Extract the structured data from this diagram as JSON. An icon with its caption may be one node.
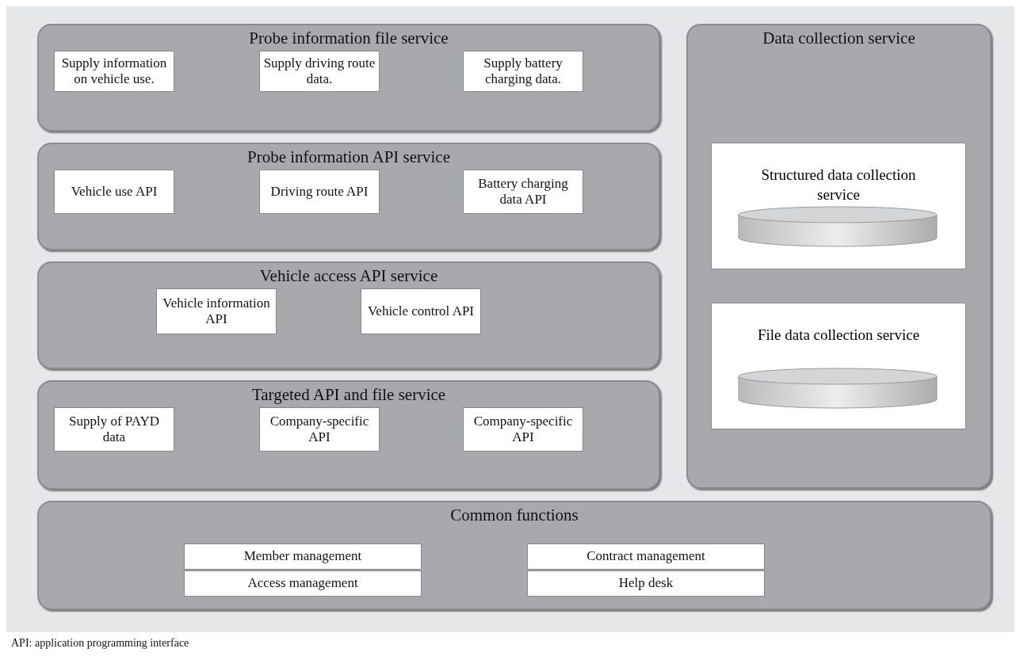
{
  "diagram": {
    "nodes": [
      {
        "text": [
          "Probe information file service"
        ]
      },
      {
        "text": [
          "Supply information on vehicle use."
        ],
        "in": 0
      },
      {
        "text": [
          "Supply driving route data."
        ],
        "in": 0
      },
      {
        "text": [
          "Supply battery charging data."
        ],
        "in": 0
      },
      {
        "text": [
          "Probe information API service"
        ]
      },
      {
        "text": [
          "Vehicle use API"
        ],
        "in": 4
      },
      {
        "text": [
          "Driving route API"
        ],
        "in": 4
      },
      {
        "text": [
          "Battery charging data API"
        ],
        "in": 4
      },
      {
        "text": [
          "Vehicle access API service"
        ]
      },
      {
        "text": [
          "Vehicle information API"
        ],
        "in": 8
      },
      {
        "text": [
          "Vehicle control API"
        ],
        "in": 8
      },
      {
        "text": [
          "Targeted API and file service"
        ]
      },
      {
        "text": [
          "Supply of PAYD data"
        ],
        "in": 11
      },
      {
        "text": [
          "Company-specific API"
        ],
        "in": 11
      },
      {
        "text": [
          "Company-specific API"
        ],
        "in": 11
      },
      {
        "text": [
          "Data collection service"
        ]
      },
      {
        "text": [
          "Structured data collection service"
        ],
        "in": 15
      },
      {
        "text": [],
        "shape": "cylinder",
        "in": 16
      },
      {
        "text": [
          "File data collection service"
        ],
        "in": 15
      },
      {
        "text": [],
        "shape": "cylinder",
        "in": 18
      },
      {
        "text": [
          "Common functions"
        ]
      },
      {
        "text": [
          "Member management"
        ],
        "in": 20
      },
      {
        "text": [
          "Contract management"
        ],
        "in": 20
      },
      {
        "text": [
          "Access management"
        ],
        "in": 20
      },
      {
        "text": [
          "Help desk"
        ],
        "in": 20
      }
    ],
    "edges": [],
    "labels": [
      "API: application programming interface"
    ]
  }
}
